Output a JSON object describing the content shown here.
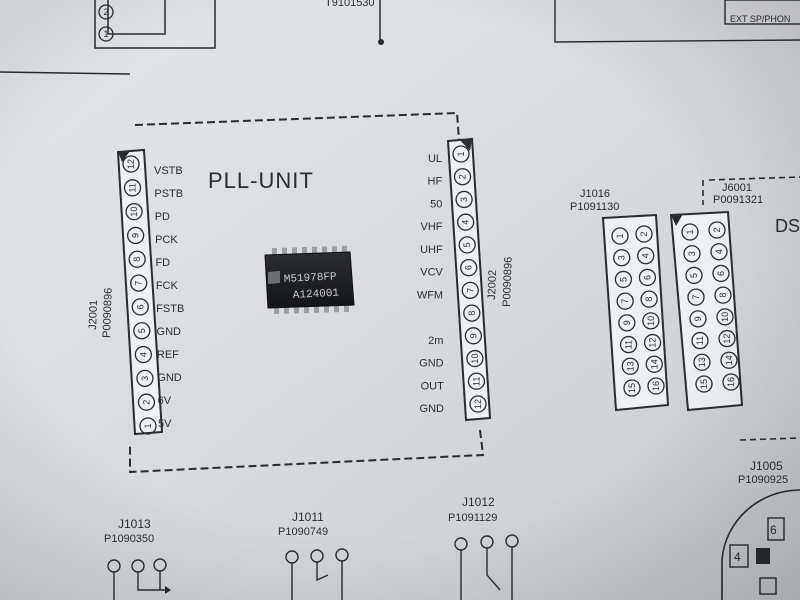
{
  "top_fragments": {
    "part_no": "T9101530",
    "ext_label": "EXT SP/PHON",
    "pins": [
      "1",
      "2"
    ]
  },
  "pll_unit": {
    "title": "PLL-UNIT",
    "chip_text": {
      "line1": "M51978FP",
      "line2": "A124001"
    },
    "left_connector": {
      "ref": "J2001",
      "part": "P0090896",
      "pins": [
        "12",
        "11",
        "10",
        "9",
        "8",
        "7",
        "6",
        "5",
        "4",
        "3",
        "2",
        "1"
      ],
      "signals": [
        "VSTB",
        "PSTB",
        "PD",
        "PCK",
        "FD",
        "FCK",
        "FSTB",
        "GND",
        "REF",
        "GND",
        "6V",
        "5V"
      ]
    },
    "right_connector": {
      "ref": "J2002",
      "part": "P0090896",
      "pins": [
        "1",
        "2",
        "3",
        "4",
        "5",
        "6",
        "7",
        "8",
        "9",
        "10",
        "11",
        "12"
      ],
      "signals": [
        "UL",
        "HF",
        "50",
        "VHF",
        "UHF",
        "VCV",
        "WFM",
        "",
        "2m",
        "GND",
        "OUT",
        "GND"
      ]
    }
  },
  "j1016": {
    "ref": "J1016",
    "part": "P1091130",
    "left_pins": [
      "1",
      "3",
      "5",
      "7",
      "9",
      "11",
      "13",
      "15"
    ],
    "right_pins": [
      "2",
      "4",
      "6",
      "8",
      "10",
      "12",
      "14",
      "16"
    ]
  },
  "j6001": {
    "ref": "J6001",
    "part": "P0091321",
    "left_pins": [
      "1",
      "3",
      "5",
      "7",
      "9",
      "11",
      "13",
      "15"
    ],
    "right_pins": [
      "2",
      "4",
      "6",
      "8",
      "10",
      "12",
      "14",
      "16"
    ],
    "edge_text": "DS"
  },
  "bottom_connectors": [
    {
      "ref": "J1013",
      "part": "P1090350"
    },
    {
      "ref": "J1011",
      "part": "P1090749"
    },
    {
      "ref": "J1012",
      "part": "P1091129"
    },
    {
      "ref": "J1005",
      "part": "P1090925"
    }
  ],
  "j1005_pins": [
    "6",
    "4"
  ]
}
